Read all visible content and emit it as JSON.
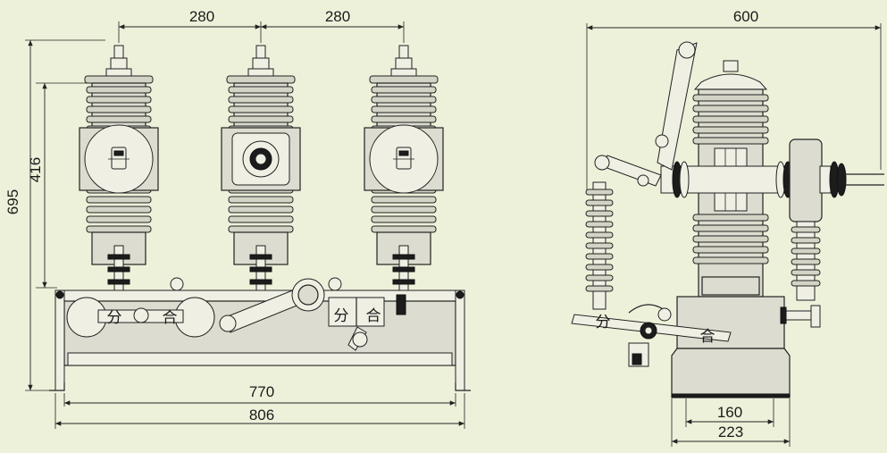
{
  "front_view": {
    "dim_top_left": "280",
    "dim_top_right": "280",
    "dim_height_total": "695",
    "dim_height_upper": "416",
    "dim_base_inner": "770",
    "dim_base_outer": "806",
    "label_open": "分",
    "label_close": "合"
  },
  "side_view": {
    "dim_width_total": "600",
    "dim_base_inner": "160",
    "dim_base_outer": "223",
    "label_open": "分",
    "label_close": "合"
  }
}
